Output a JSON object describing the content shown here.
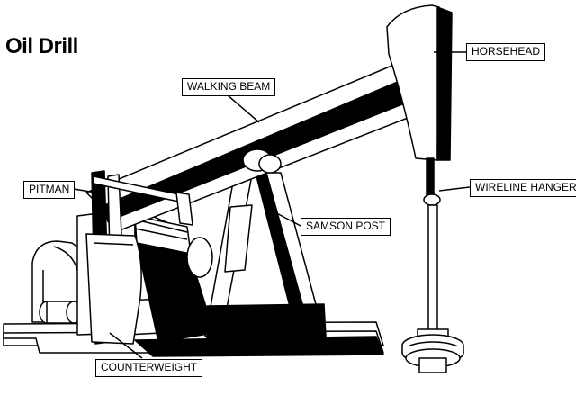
{
  "title": "Oil Drill",
  "labels": {
    "horsehead": "HORSEHEAD",
    "walking_beam": "WALKING BEAM",
    "pitman": "PITMAN",
    "samson_post": "SAMSON POST",
    "wireline_hanger": "WIRELINE HANGER",
    "counterweight": "COUNTERWEIGHT"
  }
}
